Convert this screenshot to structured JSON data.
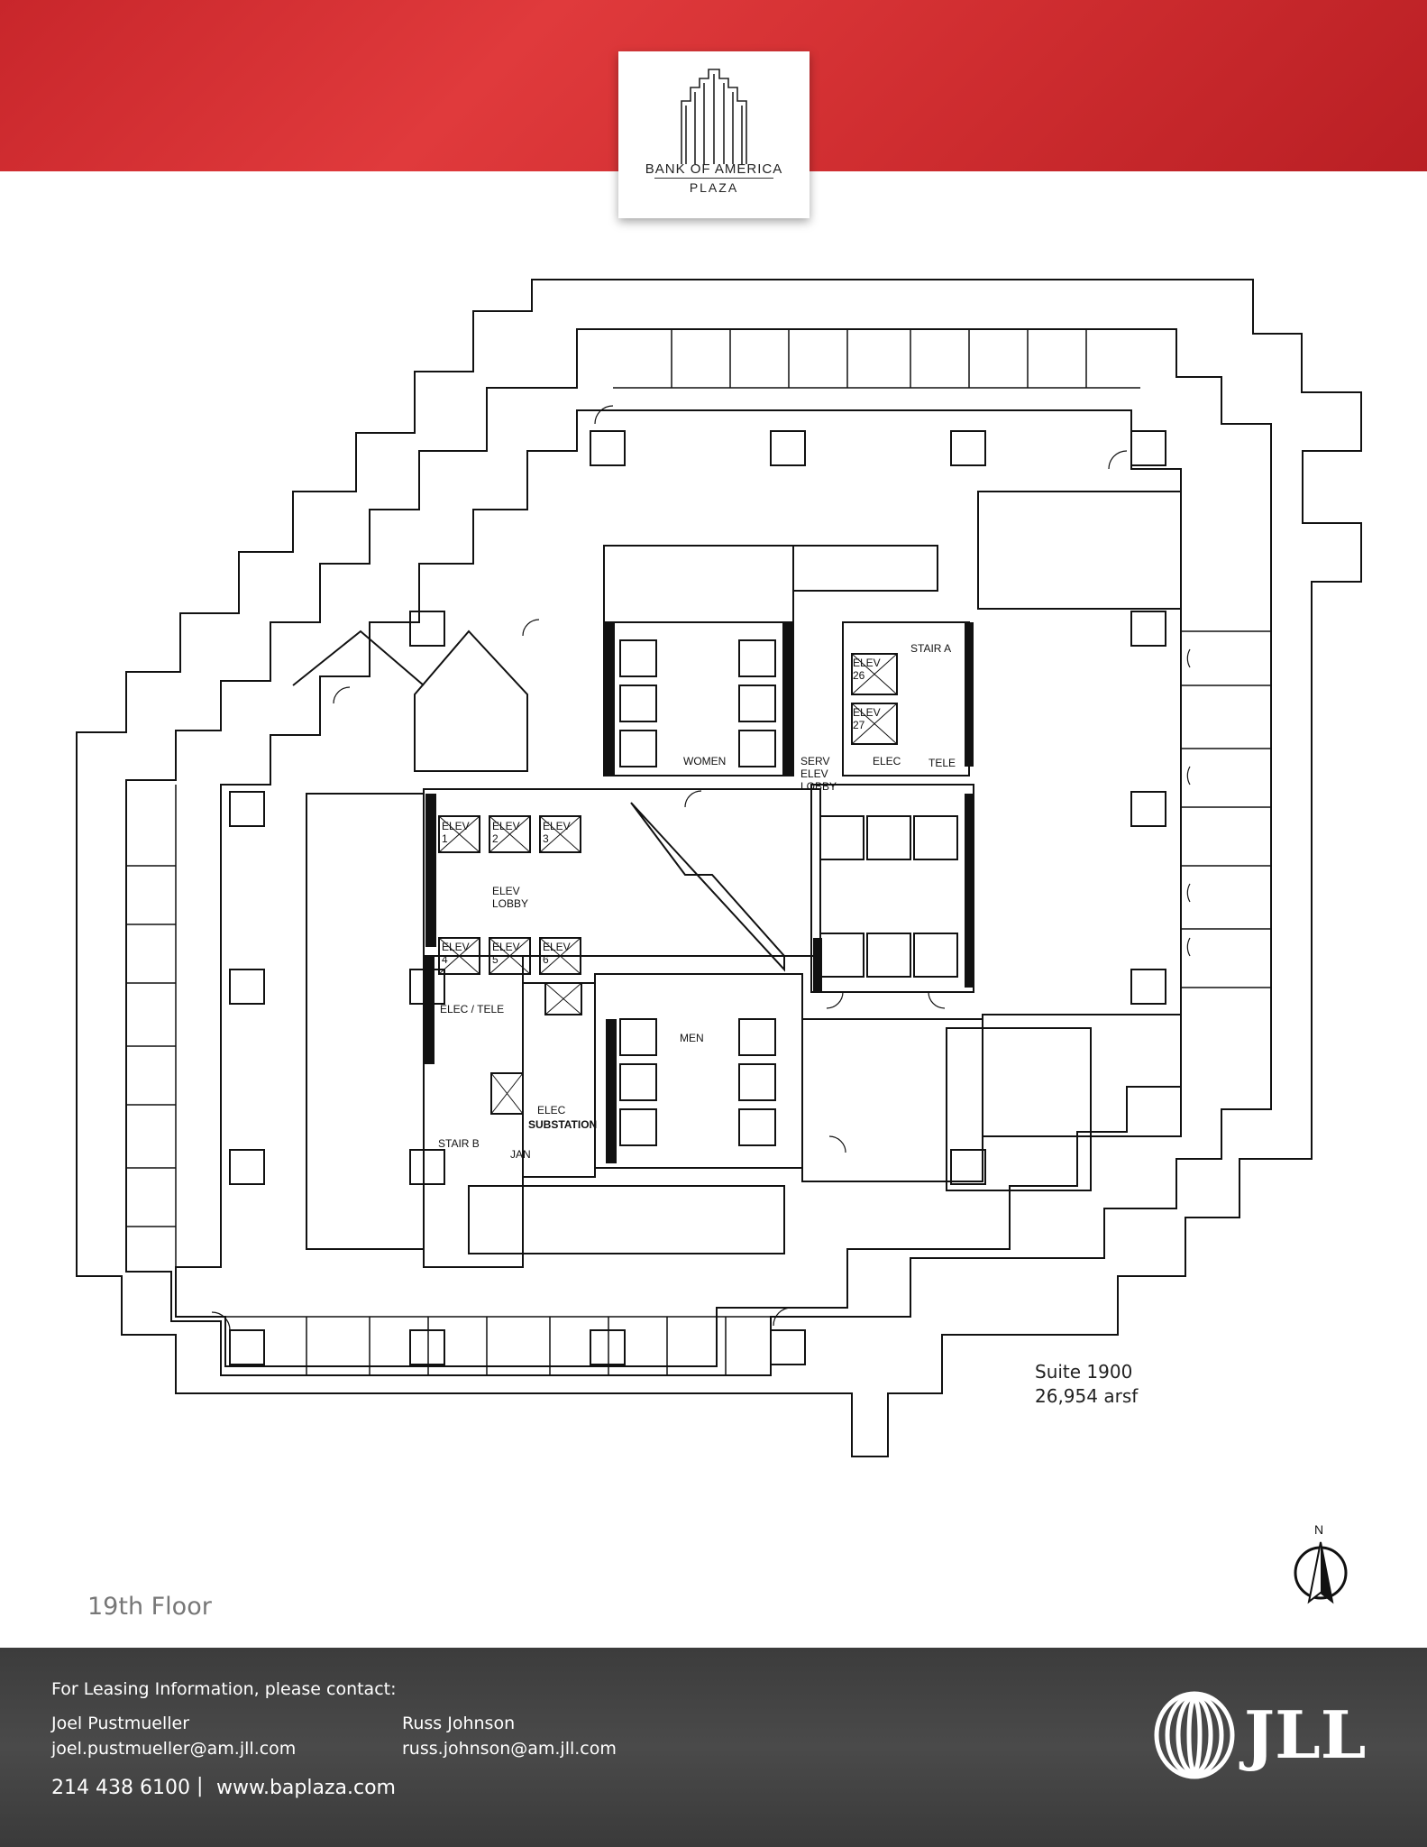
{
  "header": {
    "logo_line1": "BANK OF AMERICA",
    "logo_line2": "PLAZA",
    "banner_color": "#d63234"
  },
  "plan_labels": {
    "women": "WOMEN",
    "men": "MEN",
    "serv_elev_lobby": [
      "SERV",
      "ELEV",
      "LOBBY"
    ],
    "elec_top": "ELEC",
    "tele_top": "TELE",
    "stair_a": "STAIR A",
    "stair_b": "STAIR B",
    "elev_26": [
      "ELEV",
      "26"
    ],
    "elev_27": [
      "ELEV",
      "27"
    ],
    "elev_lobby": [
      "ELEV",
      "LOBBY"
    ],
    "elev_upper": [
      [
        "ELEV",
        "1"
      ],
      [
        "ELEV",
        "2"
      ],
      [
        "ELEV",
        "3"
      ]
    ],
    "elev_lower": [
      [
        "ELEV",
        "4"
      ],
      [
        "ELEV",
        "5"
      ],
      [
        "ELEV",
        "6"
      ]
    ],
    "elec_tele": "ELEC / TELE",
    "elec_substation": [
      "ELEC",
      "SUBSTATION"
    ],
    "jan": "JAN"
  },
  "suite": {
    "name": "Suite 1900",
    "area": "26,954 arsf"
  },
  "compass": "N",
  "floor_label": "19th Floor",
  "footer": {
    "contact_heading": "For Leasing Information, please contact:",
    "contact1_name": "Joel Pustmueller",
    "contact1_email": "joel.pustmueller@am.jll.com",
    "contact2_name": "Russ Johnson",
    "contact2_email": "russ.johnson@am.jll.com",
    "phone": "214 438 6100",
    "separator": "|",
    "website": "www.baplaza.com",
    "brand": "JLL",
    "background_color": "#414141"
  }
}
